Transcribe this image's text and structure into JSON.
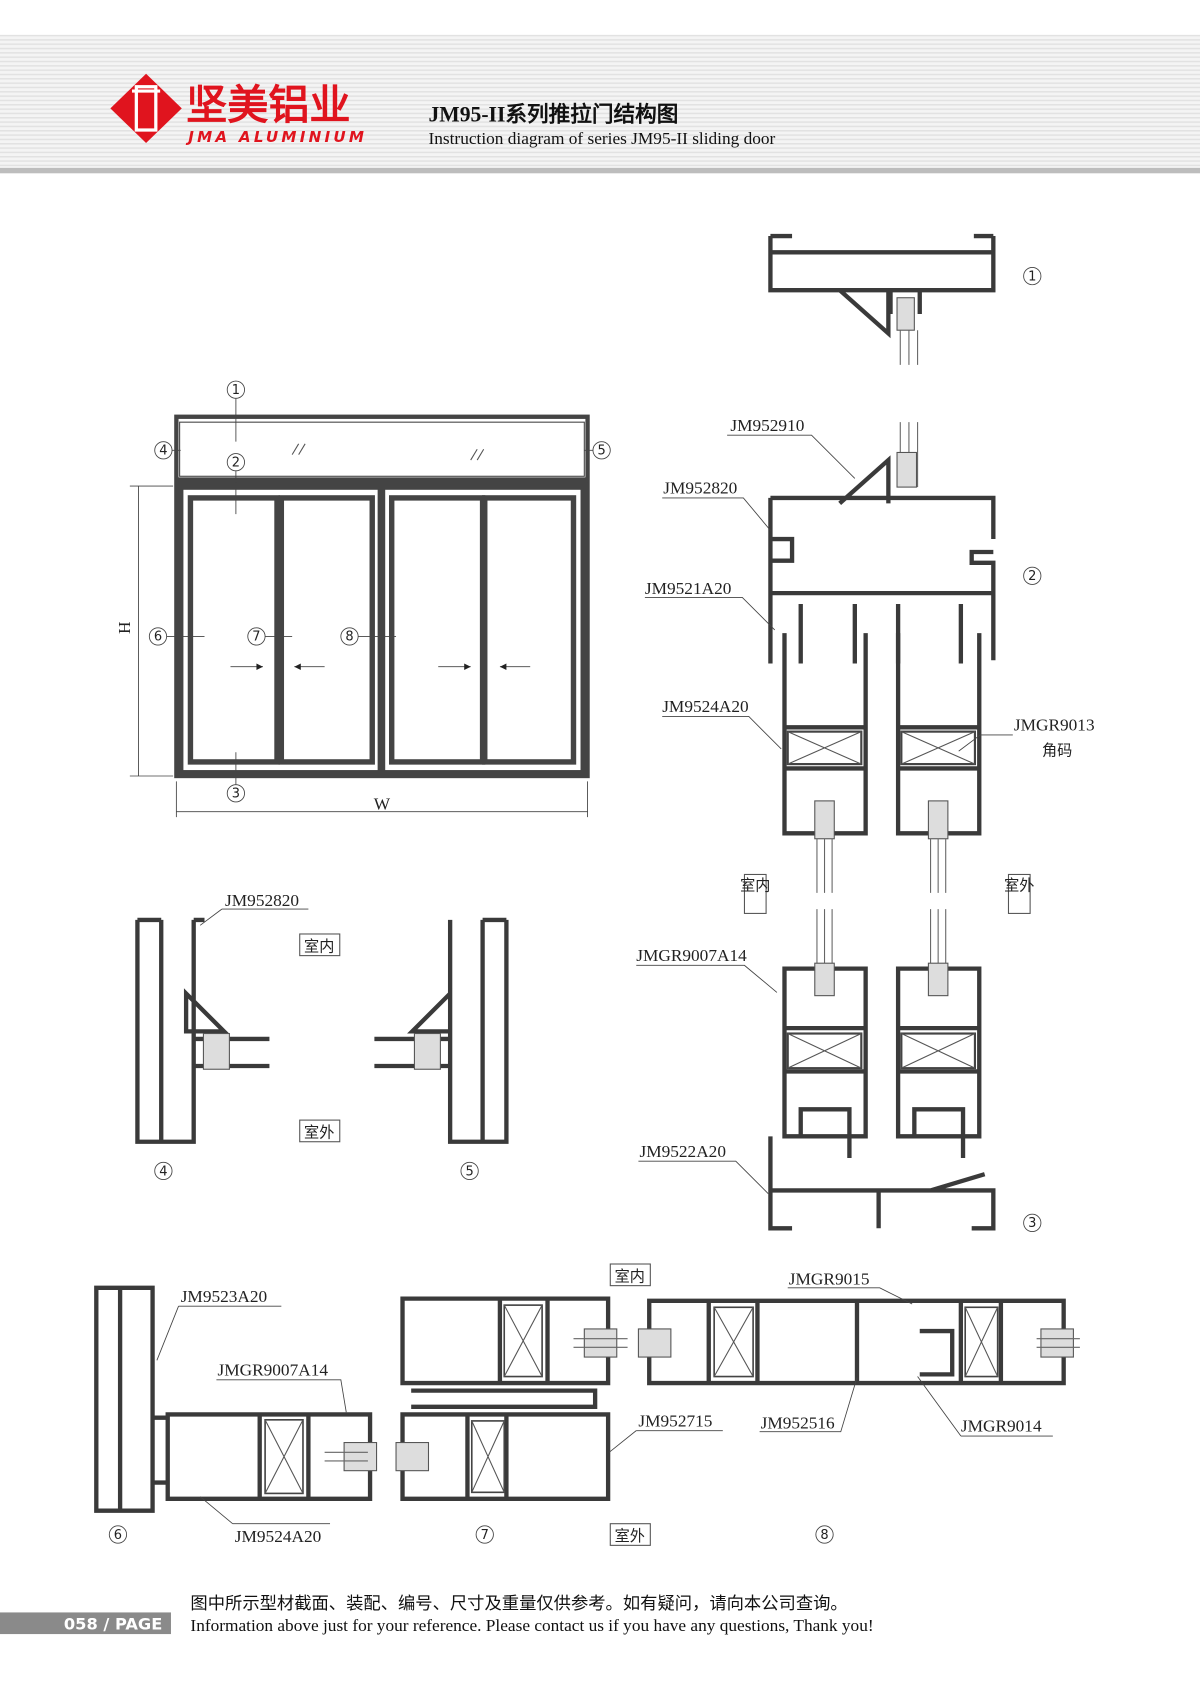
{
  "header": {
    "brand_cn": "坚美铝业",
    "brand_en": "JMA ALUMINIUM",
    "title_cn": "JM95-II系列推拉门结构图",
    "title_en": "Instruction diagram of series JM95-II sliding door",
    "brand_color": "#e0141e"
  },
  "elevation": {
    "markers": [
      "1",
      "2",
      "3",
      "4",
      "5",
      "6",
      "7",
      "8"
    ],
    "height_label": "H",
    "width_label": "W"
  },
  "sections": {
    "s1": "1",
    "s2": "2",
    "s3": "3",
    "s4": "4",
    "s5": "5",
    "s6": "6",
    "s7": "7",
    "s8": "8"
  },
  "labels": {
    "jm952910": "JM952910",
    "jm952820_a": "JM952820",
    "jm9521a20": "JM9521A20",
    "jm9524a20_a": "JM9524A20",
    "jmgr9013": "JMGR9013",
    "corner": "角码",
    "jmgr9007a14_a": "JMGR9007A14",
    "jm9522a20": "JM9522A20",
    "jm952820_b": "JM952820",
    "jm9523a20": "JM9523A20",
    "jmgr9007a14_b": "JMGR9007A14",
    "jm9524a20_b": "JM9524A20",
    "jm952715": "JM952715",
    "jmgr9015": "JMGR9015",
    "jm952516": "JM952516",
    "jmgr9014": "JMGR9014",
    "indoor": "室内",
    "outdoor": "室外"
  },
  "footer": {
    "page": "058 / PAGE",
    "note_cn": "图中所示型材截面、装配、编号、尺寸及重量仅供参考。如有疑问，请向本公司查询。",
    "note_en": "Information above just for your reference. Please contact us if you have any questions, Thank you!"
  }
}
